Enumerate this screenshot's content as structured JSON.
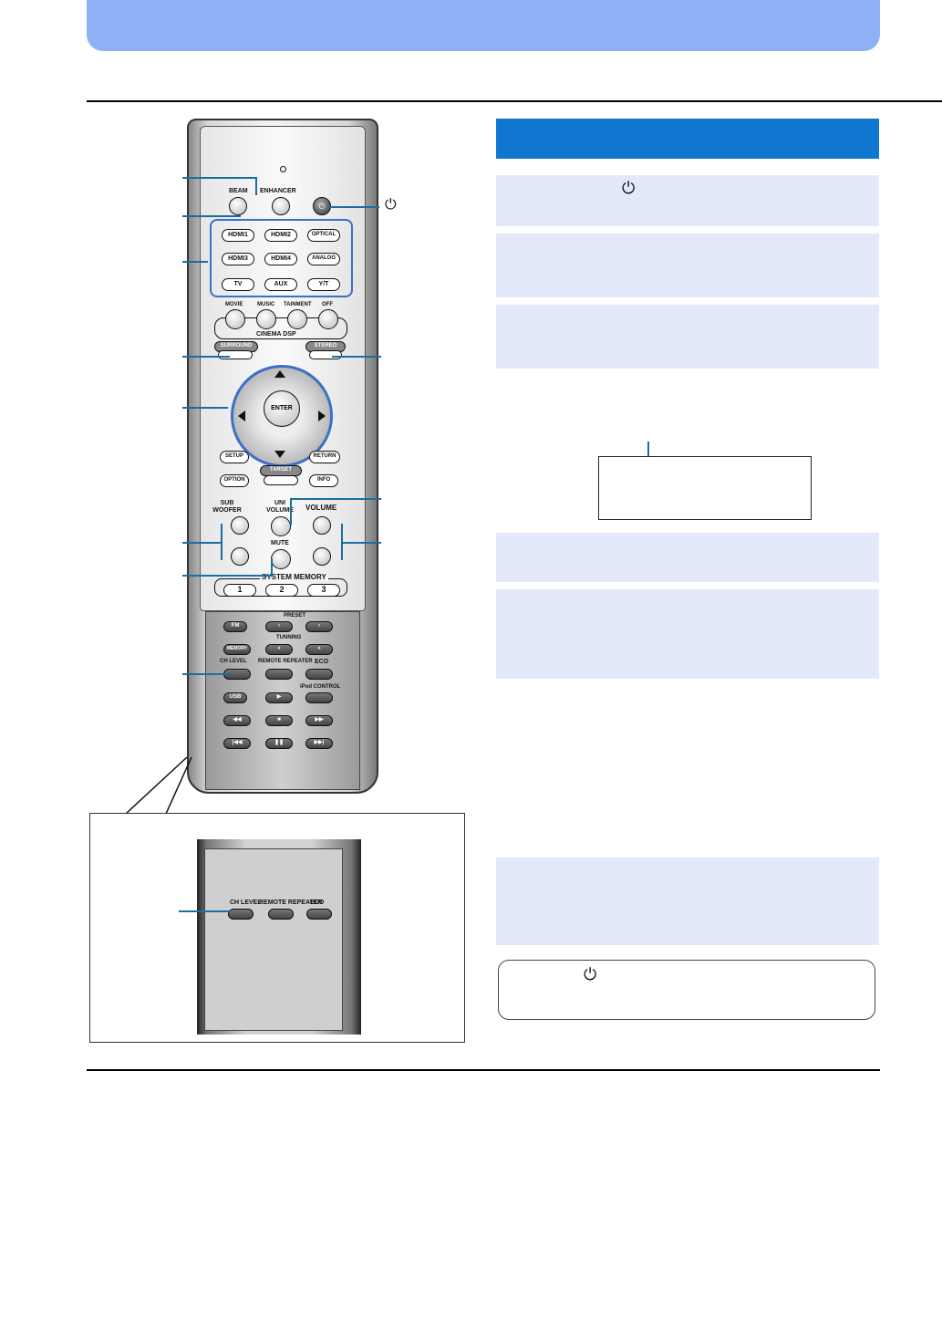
{
  "remote": {
    "top_buttons": [
      "BEAM",
      "ENHANCER"
    ],
    "input_buttons": [
      "HDMI1",
      "HDMI2",
      "OPTICAL",
      "HDMI3",
      "HDMI4",
      "ANALOG",
      "TV",
      "AUX",
      "Y/T"
    ],
    "dsp_labels": [
      "MOVIE",
      "MUSIC",
      "TAINMENT",
      "OFF"
    ],
    "dsp_group": "CINEMA DSP",
    "surround": "SURROUND",
    "stereo": "STEREO",
    "enter": "ENTER",
    "setup": "SETUP",
    "return": "RETURN",
    "option": "OPTION",
    "target": "TARGET",
    "info": "INFO",
    "subwoofer": "SUB WOOFER",
    "uni_volume": "UNI VOLUME",
    "volume": "VOLUME",
    "mute": "MUTE",
    "system_memory": "SYSTEM MEMORY",
    "memory_numbers": [
      "1",
      "2",
      "3"
    ],
    "preset": "PRESET",
    "fm": "FM",
    "memory": "MEMORY",
    "tunning": "TUNNING",
    "ch_level": "CH LEVEL",
    "remote_repeater": "REMOTE REPEATER",
    "eco": "ECO",
    "usb": "USB",
    "ipod_control": "iPod CONTROL"
  },
  "zoom": {
    "ch_level": "CH LEVEL",
    "remote_repeater": "REMOTE REPEATER",
    "eco": "ECO"
  },
  "power_symbol": "⏻"
}
